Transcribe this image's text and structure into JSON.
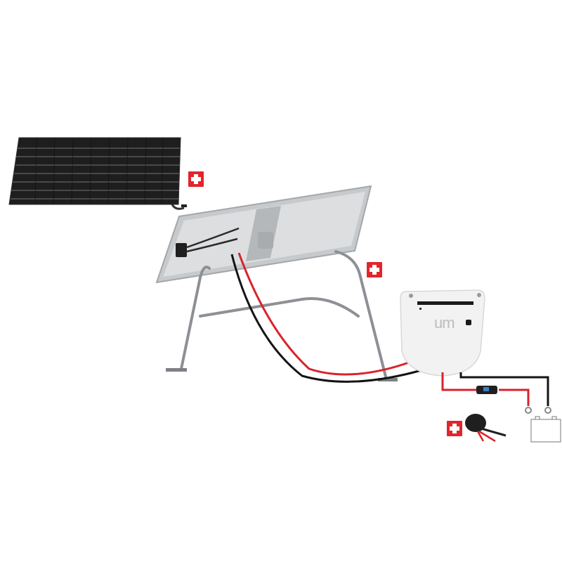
{
  "scene": {
    "description": "Solar panel kit product illustration",
    "items": [
      {
        "id": "solar-panel-front",
        "label": "Solar panel (front view)"
      },
      {
        "id": "solar-panel-mounted",
        "label": "Solar panel on tilt stand (rear view)"
      },
      {
        "id": "charge-controller",
        "label": "Charge controller",
        "logo": "um"
      },
      {
        "id": "fuse-holder",
        "label": "Inline fuse"
      },
      {
        "id": "cable-connector",
        "label": "Cable gland / connector"
      },
      {
        "id": "battery",
        "label": "Battery"
      }
    ],
    "badges": [
      {
        "symbol": "+",
        "position": "next to front panel"
      },
      {
        "symbol": "+",
        "position": "next to stand"
      },
      {
        "symbol": "+",
        "position": "next to connector"
      }
    ]
  },
  "colors": {
    "badge_red": "#e2252c",
    "cable_red": "#d9232b",
    "cable_black": "#141414",
    "panel_cells": "#1c1c1c",
    "frame_silver": "#b9bcc0",
    "controller_white": "#f2f2f2"
  }
}
